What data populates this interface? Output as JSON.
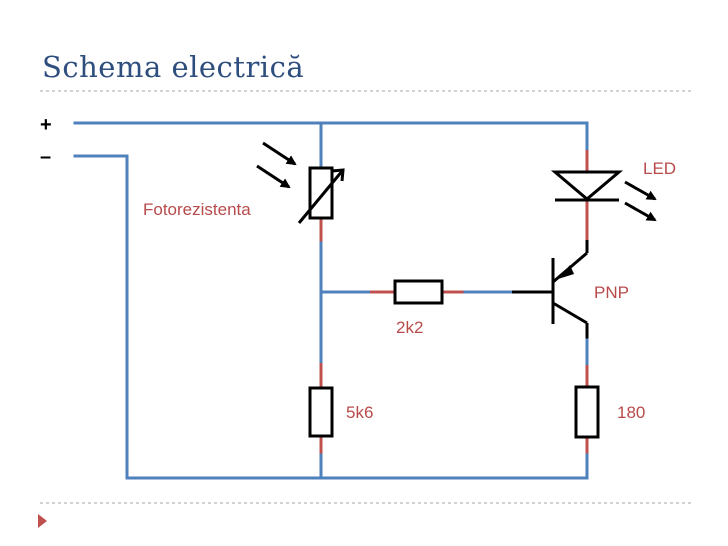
{
  "slide": {
    "title": "Schema electrică"
  },
  "terminals": {
    "plus": "+",
    "minus": "–"
  },
  "components": {
    "photoresistor": "Fotorezistenta",
    "led": "LED",
    "transistor": "PNP",
    "base_resistor": "2k2",
    "divider_resistor": "5k6",
    "led_resistor": "180"
  },
  "colors": {
    "title": "#2E4E7E",
    "wire": "#4F81BD",
    "lead": "#C0504D",
    "label": "#B84A4A",
    "bullet": "#C0504D",
    "separator": "#A6A6A6"
  },
  "icons": {
    "bullet": "triangle-bullet-icon"
  }
}
